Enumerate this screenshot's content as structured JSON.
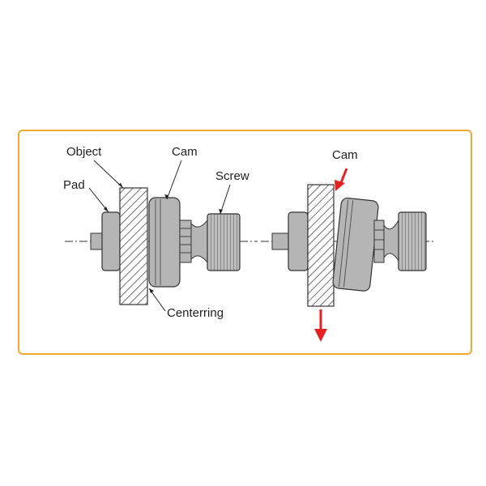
{
  "labels": {
    "object": "Object",
    "pad": "Pad",
    "cam_left": "Cam",
    "screw": "Screw",
    "centerring": "Centerring",
    "cam_right": "Cam"
  },
  "colors": {
    "frame": "#f0a830",
    "part_fill": "#b5b5b5",
    "outline": "#333333",
    "arrow": "#e52222"
  }
}
